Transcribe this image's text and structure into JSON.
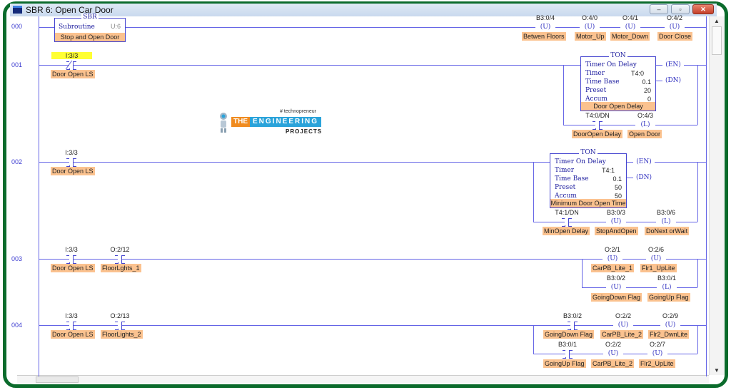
{
  "window": {
    "title": "SBR 6: Open Car Door",
    "controls": {
      "minimize": "–",
      "restore": "▫",
      "close": "✕"
    }
  },
  "watermark": {
    "hashtag": "# technopreneur",
    "the": "THE",
    "engineering": "ENGINEERING",
    "projects": "PROJECTS"
  },
  "colors": {
    "rail": "#6464e6",
    "tag_bg": "#fbc28f",
    "highlight": "#ffff33",
    "frame": "#0b6b2c"
  },
  "rungs": [
    {
      "number": "000",
      "sbr": {
        "title": "SBR",
        "label": "Subroutine",
        "file": "U:6",
        "description": "Stop and Open Door"
      },
      "outputs": [
        {
          "type": "U",
          "address": "B3:0/4",
          "tag": "Betwen Floors"
        },
        {
          "type": "U",
          "address": "O:4/0",
          "tag": "Motor_Up"
        },
        {
          "type": "U",
          "address": "O:4/1",
          "tag": "Motor_Down"
        },
        {
          "type": "U",
          "address": "O:4/2",
          "tag": "Door Close"
        }
      ]
    },
    {
      "number": "001",
      "inputs": [
        {
          "type": "XIO",
          "address": "I:3/3",
          "tag": "Door Open LS",
          "highlighted": true
        }
      ],
      "timer": {
        "title": "TON",
        "name": "Timer On Delay",
        "timer_label": "Timer",
        "timer": "T4:0",
        "time_base_label": "Time Base",
        "time_base": "0.1",
        "preset_label": "Preset",
        "preset": "20",
        "accum_label": "Accum",
        "accum": "0",
        "description": "Door Open Delay",
        "en": "EN",
        "dn": "DN"
      },
      "branch": [
        {
          "type": "XIC",
          "address": "T4:0/DN",
          "tag": "DoorOpen Delay"
        },
        {
          "type": "L",
          "address": "O:4/3",
          "tag": "Open Door"
        }
      ]
    },
    {
      "number": "002",
      "inputs": [
        {
          "type": "XIC",
          "address": "I:3/3",
          "tag": "Door Open LS"
        }
      ],
      "timer": {
        "title": "TON",
        "name": "Timer On Delay",
        "timer_label": "Timer",
        "timer": "T4:1",
        "time_base_label": "Time Base",
        "time_base": "0.1",
        "preset_label": "Preset",
        "preset": "50",
        "accum_label": "Accum",
        "accum": "50",
        "description": "Minimum Door Open Time",
        "en": "EN",
        "dn": "DN"
      },
      "branch": [
        {
          "type": "XIC",
          "address": "T4:1/DN",
          "tag": "MinOpen Delay"
        },
        {
          "type": "U",
          "address": "B3:0/3",
          "tag": "StopAndOpen"
        },
        {
          "type": "L",
          "address": "B3:0/6",
          "tag": "DoNext orWait"
        }
      ]
    },
    {
      "number": "003",
      "inputs": [
        {
          "type": "XIC",
          "address": "I:3/3",
          "tag": "Door Open LS"
        },
        {
          "type": "XIC",
          "address": "O:2/12",
          "tag": "FloorLghts_1"
        }
      ],
      "outputs_row1": [
        {
          "type": "U",
          "address": "O:2/1",
          "tag": "CarPB_Lite_1"
        },
        {
          "type": "U",
          "address": "O:2/6",
          "tag": "Flr1_UpLite"
        }
      ],
      "outputs_row2": [
        {
          "type": "U",
          "address": "B3:0/2",
          "tag": "GoingDown Flag"
        },
        {
          "type": "L",
          "address": "B3:0/1",
          "tag": "GoingUp Flag"
        }
      ]
    },
    {
      "number": "004",
      "inputs": [
        {
          "type": "XIC",
          "address": "I:3/3",
          "tag": "Door Open LS"
        },
        {
          "type": "XIC",
          "address": "O:2/13",
          "tag": "FloorLights_2"
        }
      ],
      "branch1": [
        {
          "type": "XIC",
          "address": "B3:0/2",
          "tag": "GoingDown Flag"
        },
        {
          "type": "U",
          "address": "O:2/2",
          "tag": "CarPB_Lite_2"
        },
        {
          "type": "U",
          "address": "O:2/9",
          "tag": "Flr2_DwnLite"
        }
      ],
      "branch2": [
        {
          "type": "XIC",
          "address": "B3:0/1",
          "tag": "GoingUp Flag"
        },
        {
          "type": "U",
          "address": "O:2/2",
          "tag": "CarPB_Lite_2"
        },
        {
          "type": "U",
          "address": "O:2/7",
          "tag": "Flr2_UpLite"
        }
      ]
    }
  ]
}
